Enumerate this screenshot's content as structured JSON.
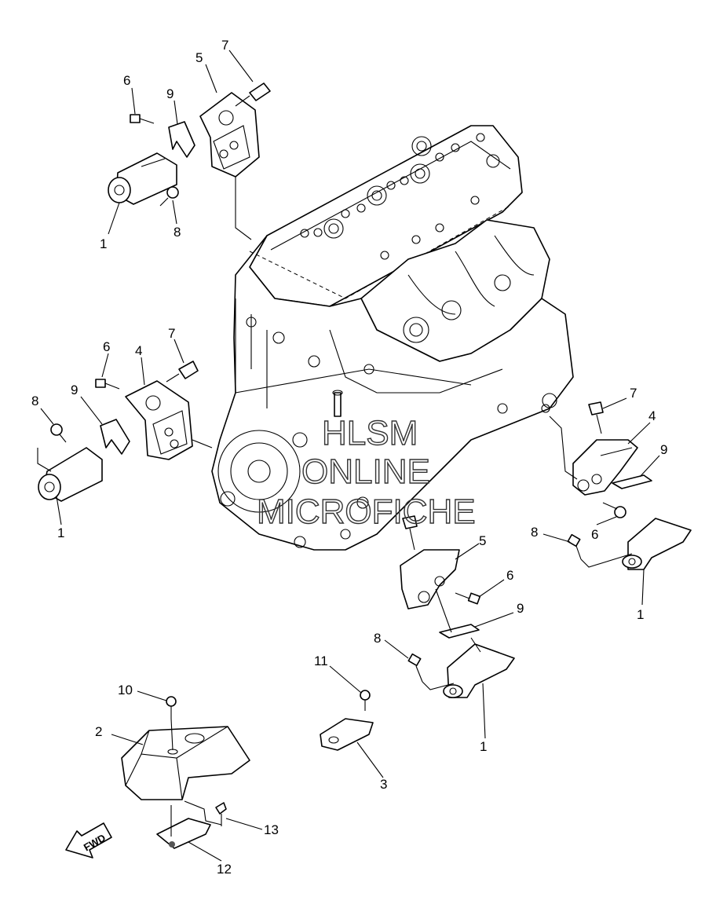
{
  "watermark": {
    "line1": "HLSM",
    "line2": "ONLINE",
    "line3": "MICROFICHE"
  },
  "fwd_label": "FWD",
  "callouts": [
    {
      "id": "c1",
      "text": "5"
    },
    {
      "id": "c2",
      "text": "7"
    },
    {
      "id": "c3",
      "text": "6"
    },
    {
      "id": "c4",
      "text": "9"
    },
    {
      "id": "c5",
      "text": "8"
    },
    {
      "id": "c6",
      "text": "1"
    },
    {
      "id": "c7",
      "text": "6"
    },
    {
      "id": "c8",
      "text": "4"
    },
    {
      "id": "c9",
      "text": "7"
    },
    {
      "id": "c10",
      "text": "8"
    },
    {
      "id": "c11",
      "text": "9"
    },
    {
      "id": "c12",
      "text": "1"
    },
    {
      "id": "c13",
      "text": "7"
    },
    {
      "id": "c14",
      "text": "4"
    },
    {
      "id": "c15",
      "text": "9"
    },
    {
      "id": "c16",
      "text": "6"
    },
    {
      "id": "c17",
      "text": "8"
    },
    {
      "id": "c18",
      "text": "1"
    },
    {
      "id": "c19",
      "text": "5"
    },
    {
      "id": "c20",
      "text": "6"
    },
    {
      "id": "c21",
      "text": "9"
    },
    {
      "id": "c22",
      "text": "8"
    },
    {
      "id": "c23",
      "text": "11"
    },
    {
      "id": "c24",
      "text": "1"
    },
    {
      "id": "c25",
      "text": "10"
    },
    {
      "id": "c26",
      "text": "2"
    },
    {
      "id": "c27",
      "text": "3"
    },
    {
      "id": "c28",
      "text": "13"
    },
    {
      "id": "c29",
      "text": "12"
    }
  ]
}
